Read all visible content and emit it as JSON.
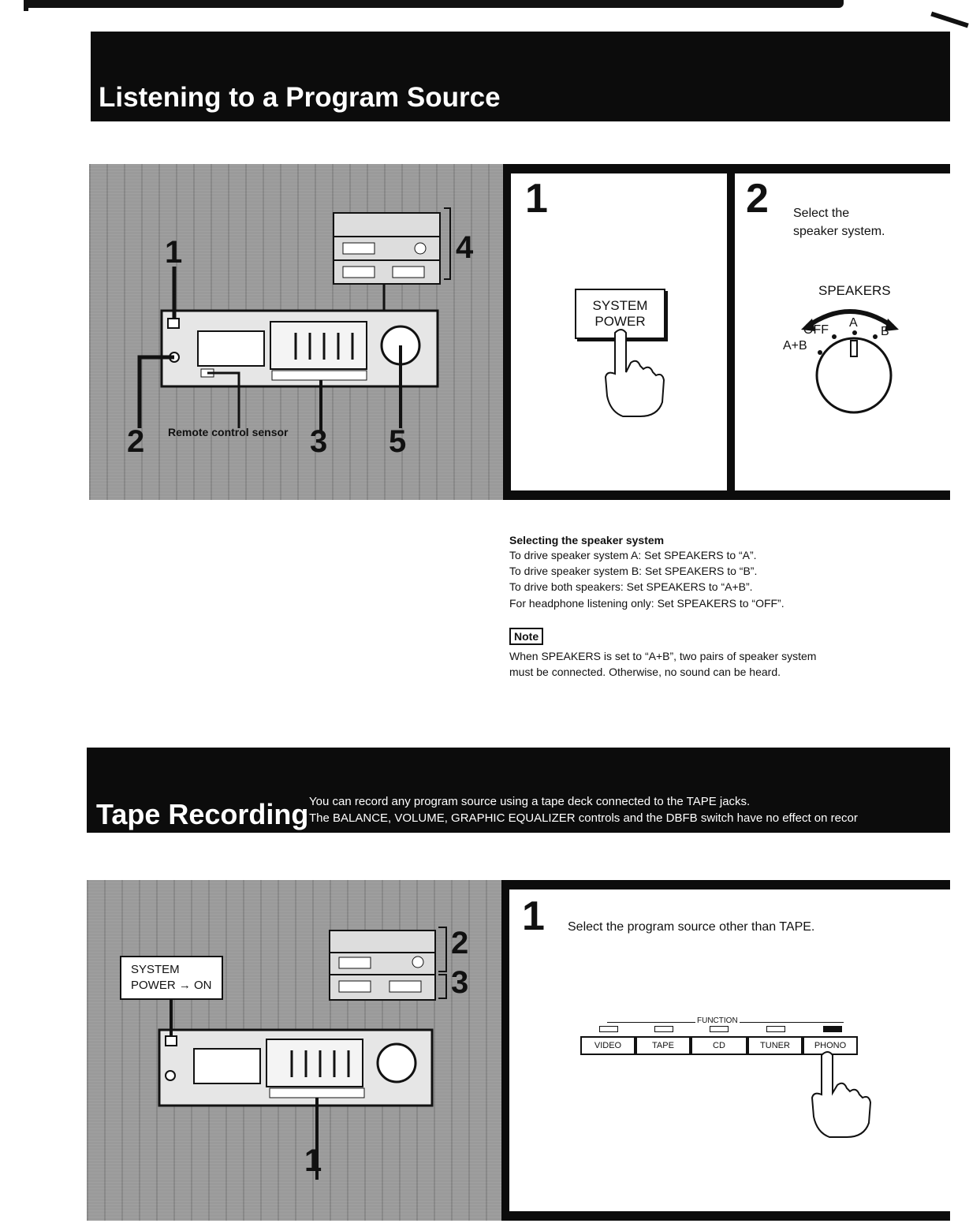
{
  "section1": {
    "title": "Listening to a Program Source",
    "photo_callouts": [
      "1",
      "2",
      "3",
      "4",
      "5"
    ],
    "photo_label": "Remote control sensor",
    "step1": {
      "number": "1",
      "button_line1": "SYSTEM",
      "button_line2": "POWER"
    },
    "step2": {
      "number": "2",
      "text_line1": "Select the",
      "text_line2": "speaker system.",
      "knob_title": "SPEAKERS",
      "knob_positions": [
        "OFF",
        "A",
        "B",
        "A+B"
      ]
    },
    "info": {
      "heading": "Selecting the speaker system",
      "lines": [
        "To drive speaker system A: Set SPEAKERS to “A”.",
        "To drive speaker system B: Set SPEAKERS to “B”.",
        "To drive both speakers: Set SPEAKERS to “A+B”.",
        "For headphone listening only: Set SPEAKERS to “OFF”."
      ],
      "note_label": "Note",
      "note_lines": [
        "When SPEAKERS is set to “A+B”, two pairs of speaker system",
        "must be connected. Otherwise, no sound can be heard."
      ]
    }
  },
  "section2": {
    "title": "Tape Recording",
    "intro_line1": "You can record any program source using a tape deck connected to the TAPE jacks.",
    "intro_line2": "The BALANCE, VOLUME, GRAPHIC EQUALIZER controls and the DBFB switch have no effect on recor",
    "photo_label_line1": "SYSTEM",
    "photo_label_line2": "POWER → ON",
    "photo_callouts": [
      "2",
      "3",
      "1"
    ],
    "step1": {
      "number": "1",
      "text": "Select the program source other than TAPE.",
      "function_label": "FUNCTION",
      "buttons": [
        "VIDEO",
        "TAPE",
        "CD",
        "TUNER",
        "PHONO"
      ]
    }
  }
}
